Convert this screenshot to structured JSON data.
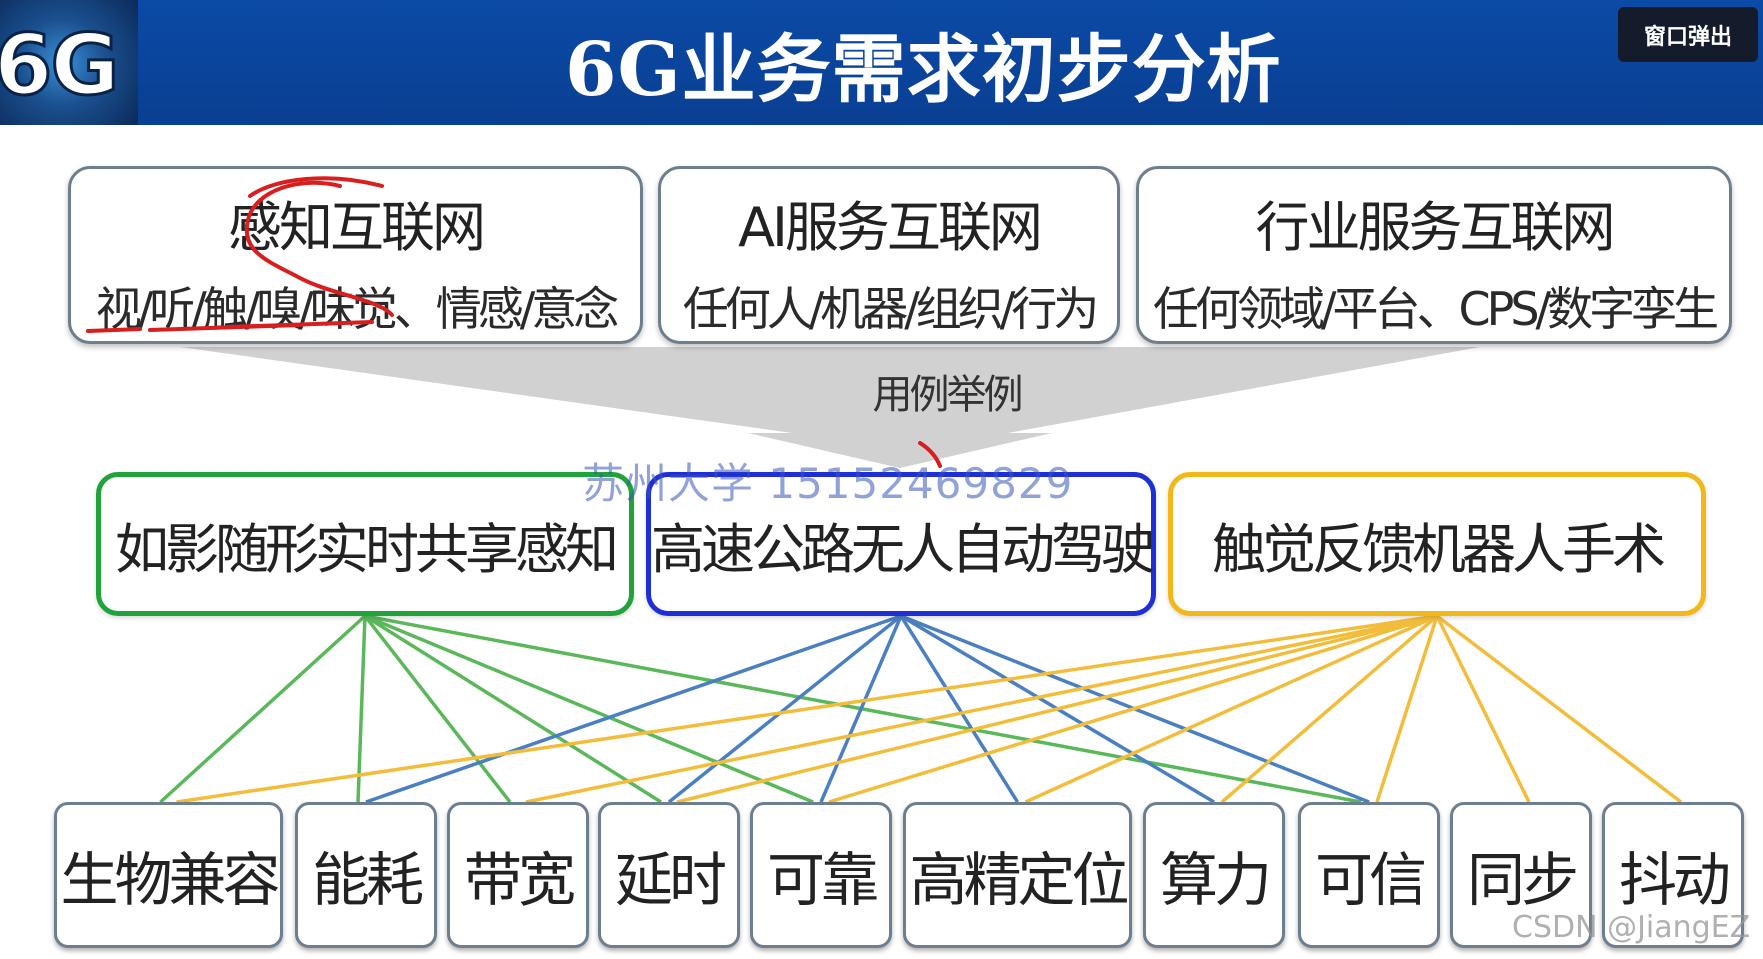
{
  "header": {
    "logo_text": "6G",
    "title": "6G业务需求初步分析",
    "popout_button_label": "窗口弹出"
  },
  "categories": [
    {
      "title": "感知互联网",
      "subtitle": "视/听/触/嗅/味觉、情感/意念"
    },
    {
      "title": "AI服务互联网",
      "subtitle": "任何人/机器/组织/行为"
    },
    {
      "title": "行业服务互联网",
      "subtitle": "任何领域/平台、CPS/数字孪生"
    }
  ],
  "usecase_label": "用例举例",
  "use_cases": [
    {
      "label": "如影随形实时共享感知",
      "color": "#1fa33a"
    },
    {
      "label": "高速公路无人自动驾驶",
      "color": "#1f2fd6"
    },
    {
      "label": "触觉反馈机器人手术",
      "color": "#f2b81a"
    }
  ],
  "requirements": [
    "生物兼容",
    "能耗",
    "带宽",
    "延时",
    "可靠",
    "高精定位",
    "算力",
    "可信",
    "同步",
    "抖动"
  ],
  "connections": {
    "use_case_0": [
      "生物兼容",
      "能耗",
      "带宽",
      "延时",
      "可靠",
      "可信"
    ],
    "use_case_1": [
      "能耗",
      "延时",
      "可靠",
      "高精定位",
      "算力",
      "可信"
    ],
    "use_case_2": [
      "生物兼容",
      "带宽",
      "延时",
      "可靠",
      "高精定位",
      "算力",
      "可信",
      "同步",
      "抖动"
    ]
  },
  "line_colors": {
    "use_case_0": "#5bb85a",
    "use_case_1": "#4a7fc2",
    "use_case_2": "#f3bd3c"
  },
  "annotation_color": "#d81e1e",
  "watermarks": {
    "school": "苏州大学 15152469829",
    "csdn": "CSDN @JiangEZ"
  }
}
